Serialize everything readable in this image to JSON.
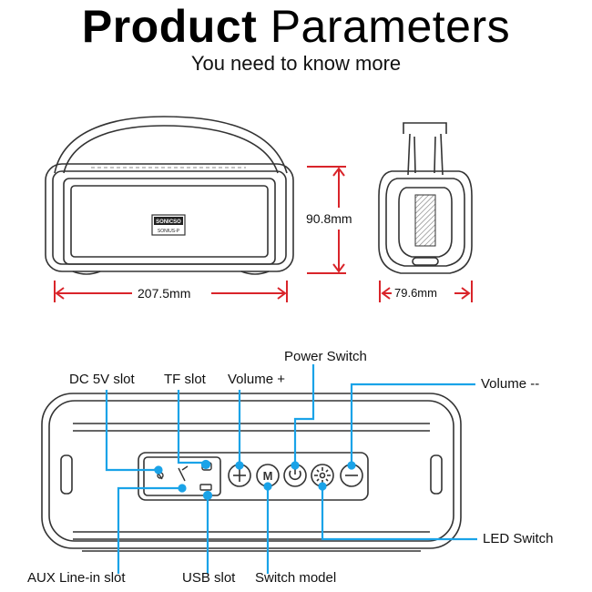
{
  "header": {
    "title_bold": "Product",
    "title_light": "Parameters",
    "subtitle": "You need to know more"
  },
  "dimensions": {
    "height": "90.8mm",
    "width": "207.5mm",
    "depth": "79.6mm"
  },
  "badge": {
    "top": "SONICSO",
    "bottom": "SONIUS-P"
  },
  "callouts": {
    "dc": "DC 5V slot",
    "tf": "TF slot",
    "vol_plus": "Volume +",
    "power": "Power Switch",
    "vol_minus": "Volume --",
    "led": "LED Switch",
    "aux": "AUX Line-in slot",
    "usb": "USB slot",
    "mode": "Switch model"
  },
  "colors": {
    "dimension_line": "#d9242a",
    "callout_line": "#1aa3e8",
    "outline": "#333333"
  }
}
